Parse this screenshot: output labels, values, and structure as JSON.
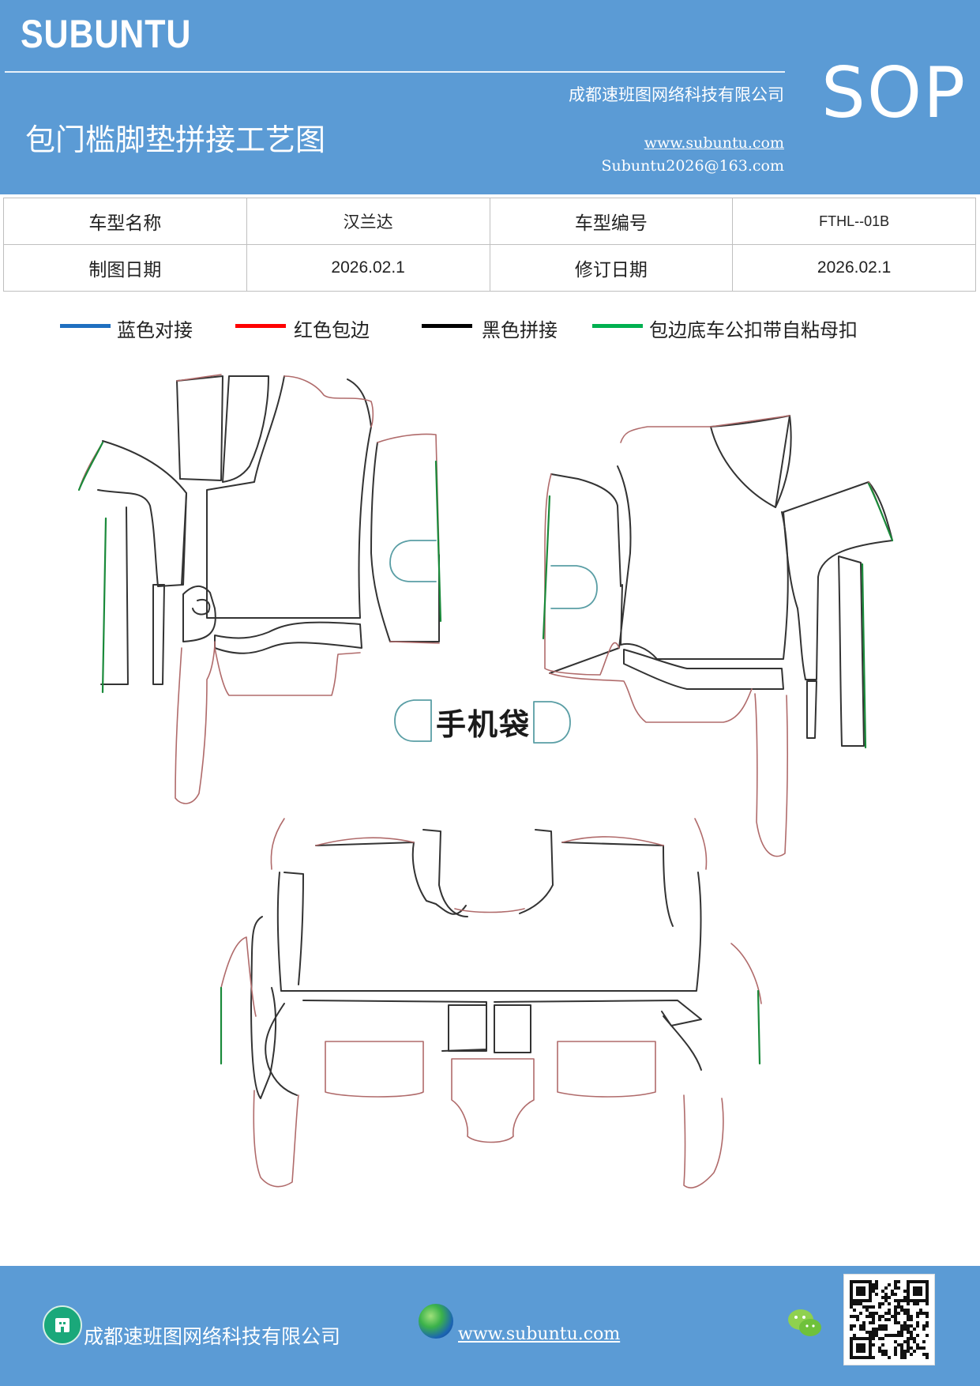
{
  "header": {
    "brand": "SUBUNTU",
    "sop": "SOP",
    "company": "成都速班图网络科技有限公司",
    "title": "包门槛脚垫拼接工艺图",
    "website": "www.subuntu.com",
    "email": "Subuntu2026@163.com"
  },
  "info_table": {
    "model_name_label": "车型名称",
    "model_name_value": "汉兰达",
    "model_code_label": "车型编号",
    "model_code_value": "FTHL--01B",
    "draw_date_label": "制图日期",
    "draw_date_value": "2026.02.1",
    "revise_date_label": "修订日期",
    "revise_date_value": "2026.02.1"
  },
  "legend": [
    {
      "color": "#1f6fc0",
      "label": "蓝色对接"
    },
    {
      "color": "#ff0000",
      "label": "红色包边"
    },
    {
      "color": "#000000",
      "label": "黑色拼接"
    },
    {
      "color": "#00b050",
      "label": "包边底车公扣带自粘母扣"
    }
  ],
  "drawing": {
    "phone_pocket_label": "手机袋",
    "colors": {
      "seam": "#333333",
      "edge": "#b06b6b",
      "velcro": "#1a8a3a",
      "pocket": "#5a9ea5"
    }
  },
  "footer": {
    "company": "成都速班图网络科技有限公司",
    "website": "www.subuntu.com",
    "icons": [
      "company-icon",
      "globe-icon",
      "wechat-icon",
      "qr-code"
    ]
  }
}
